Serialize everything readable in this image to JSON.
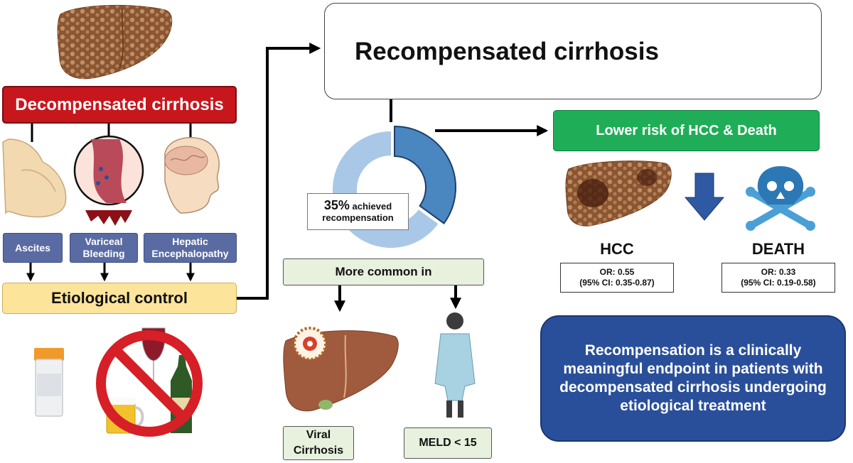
{
  "decompensated": {
    "title": "Decompensated cirrhosis"
  },
  "complications": [
    {
      "label": "Ascites"
    },
    {
      "label": "Variceal\nBleeding"
    },
    {
      "label": "Hepatic\nEncephalopathy"
    }
  ],
  "etiological": {
    "label": "Etiological control"
  },
  "recompensated": {
    "title": "Recompensated cirrhosis"
  },
  "donut": {
    "achieved_percent": 35,
    "percent_text": "35%",
    "text_line1": "achieved",
    "text_line2": "recompensation"
  },
  "lower_risk": {
    "label": "Lower risk of HCC & Death"
  },
  "more_common": {
    "label": "More common in",
    "items": [
      {
        "label": "Viral\nCirrhosis"
      },
      {
        "label": "MELD < 15"
      }
    ]
  },
  "outcomes": [
    {
      "label": "HCC",
      "or": "OR: 0.55",
      "ci": "(95% CI: 0.35-0.87)"
    },
    {
      "label": "DEATH",
      "or": "OR: 0.33",
      "ci": "(95% CI: 0.19-0.58)"
    }
  ],
  "conclusion": {
    "text": "Recompensation is a clinically meaningful endpoint in patients with decompensated cirrhosis undergoing etiological treatment"
  },
  "colors": {
    "decompensated_red": "#c8161d",
    "complication_blue": "#5a6ba3",
    "etiological_yellow": "#fce49a",
    "lower_risk_green": "#1fae57",
    "more_common_green": "#e7f1de",
    "donut_dark": "#4a86c0",
    "donut_light": "#a9c8e8",
    "conclusion_blue": "#2a4f9a",
    "liver_brown": "#8a5530"
  },
  "icons": [
    "cirrhotic-liver-icon",
    "swollen-abdomen-icon",
    "varices-icon",
    "brain-head-icon",
    "pill-bottle-icon",
    "no-alcohol-icon",
    "sprouting-liver-icon",
    "hcc-liver-icon",
    "down-arrow-icon",
    "skull-crossbones-icon",
    "viral-liver-icon",
    "patient-icon"
  ]
}
